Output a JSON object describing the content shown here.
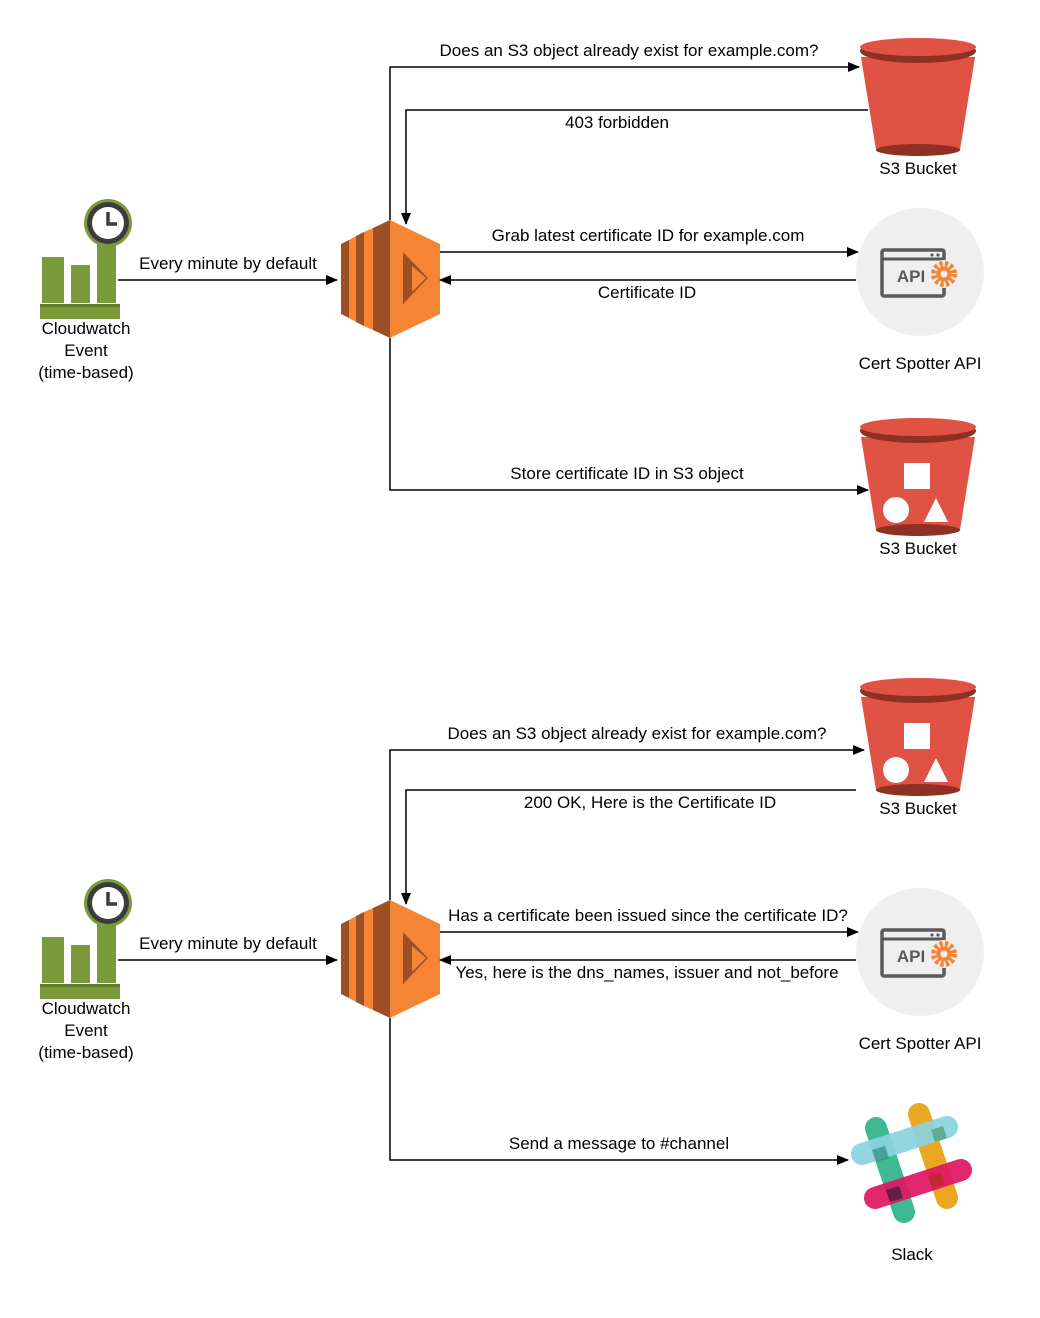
{
  "colors": {
    "cloudwatch_green": "#7a9a3c",
    "cloudwatch_green_dark": "#5e7c2a",
    "lambda_orange": "#f58534",
    "lambda_orange_dark": "#9d5025",
    "s3_red": "#e05243",
    "s3_red_dark": "#8c3123",
    "api_circle": "#efefef",
    "api_gray": "#5a5a5a",
    "api_gear": "#f58534",
    "slack_teal": "#36c5ab",
    "slack_blue": "#89d3df",
    "slack_yellow": "#e9a820",
    "slack_pink": "#e01563",
    "slack_green": "#3eb991"
  },
  "top": {
    "cloudwatch": {
      "lines": [
        "Cloudwatch",
        "Event",
        "(time-based)"
      ]
    },
    "trigger_label": "Every minute by default",
    "s3_bucket_1": "S3 Bucket",
    "api_label": "Cert Spotter API",
    "api_icon_text": "API",
    "s3_bucket_2": "S3 Bucket",
    "msg_check_s3": "Does an S3 object already exist for example.com?",
    "msg_forbidden": "403 forbidden",
    "msg_grab_id": "Grab latest certificate ID for example.com",
    "msg_cert_id": "Certificate ID",
    "msg_store": "Store certificate ID in S3 object"
  },
  "bottom": {
    "cloudwatch": {
      "lines": [
        "Cloudwatch",
        "Event",
        "(time-based)"
      ]
    },
    "trigger_label": "Every minute by default",
    "s3_bucket": "S3 Bucket",
    "api_label": "Cert Spotter API",
    "api_icon_text": "API",
    "slack_label": "Slack",
    "msg_check_s3": "Does an S3 object already exist for example.com?",
    "msg_ok": "200 OK, Here is the Certificate ID",
    "msg_has_cert": "Has a certificate been issued since the certificate ID?",
    "msg_yes": "Yes, here is the dns_names, issuer and not_before",
    "msg_send": "Send a message to #channel"
  }
}
